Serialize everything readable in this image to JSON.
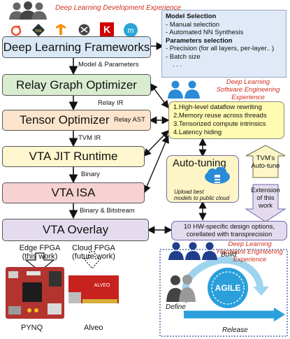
{
  "header": {
    "title": "Deep Learning Development Experience"
  },
  "frameworks_logos": [
    "pytorch-icon",
    "mxnet-icon",
    "tensorflow-icon",
    "onnx-icon",
    "keras-icon",
    "mlp-icon"
  ],
  "selection_panel": {
    "model_title": "Model Selection",
    "model_items": [
      "- Manual selection",
      "- Automated NN Synthesis"
    ],
    "param_title": "Parameters selection",
    "param_items": [
      "- Precision (for all layers, per-layer.. )",
      "- Batch size",
      ". . ."
    ]
  },
  "stack": {
    "frameworks": "Deep Learning Frameworks",
    "relay": "Relay Graph Optimizer",
    "tensor": "Tensor Optimizer",
    "jit": "VTA JIT Runtime",
    "isa": "VTA ISA",
    "overlay": "VTA Overlay"
  },
  "edges": {
    "model_params": "Model & Parameters",
    "relay_ir": "Relay IR",
    "relay_ast": "Relay AST",
    "tvm_ir": "TVM IR",
    "binary": "Binary",
    "binary_bitstream": "Binary & Bitstream"
  },
  "software_team": {
    "title_line1": "Deep Learning",
    "title_line2": "Software Engineering",
    "title_line3": "Experience"
  },
  "optimizations": [
    "1.High-level dataflow rewriting",
    "2.Memory reuse across threads",
    "3.Tensorized compute intrinsics",
    "4.Latency hiding"
  ],
  "autotuning": {
    "title": "Auto-tuning",
    "caption_line1": "Upload best",
    "caption_line2": "models to public cloud"
  },
  "tvm_autotune": {
    "line1": "TVM's",
    "line2": "Auto-tune"
  },
  "extension": {
    "line1": "Extension",
    "line2": "of this",
    "line3": "work"
  },
  "hw_options": {
    "line1": "10 HW-specific design options,",
    "line2": "corellated with transprecision"
  },
  "hardware_team": {
    "title_line1": "Deep Learning",
    "title_line2": "Hardware Engineering",
    "title_line3": "Experience"
  },
  "targets": {
    "edge_line1": "Edge FPGA",
    "edge_line2": "(this work)",
    "cloud_line1": "Cloud FPGA",
    "cloud_line2": "(future work)",
    "edge_board": "PYNQ",
    "cloud_board": "Alveo"
  },
  "agile": {
    "center": "AGILE",
    "build": "Build",
    "define": "Define",
    "release": "Release"
  },
  "colors": {
    "frameworks": "#dae8f6",
    "relay": "#d9ecd0",
    "tensor": "#fde5cd",
    "jit": "#fff7cf",
    "isa": "#f7d2d2",
    "overlay": "#e4dcee",
    "note": "#fffbb0",
    "autotune": "#fdf5c6",
    "red": "#d0301e",
    "blue_people": "#2b8bd6"
  }
}
